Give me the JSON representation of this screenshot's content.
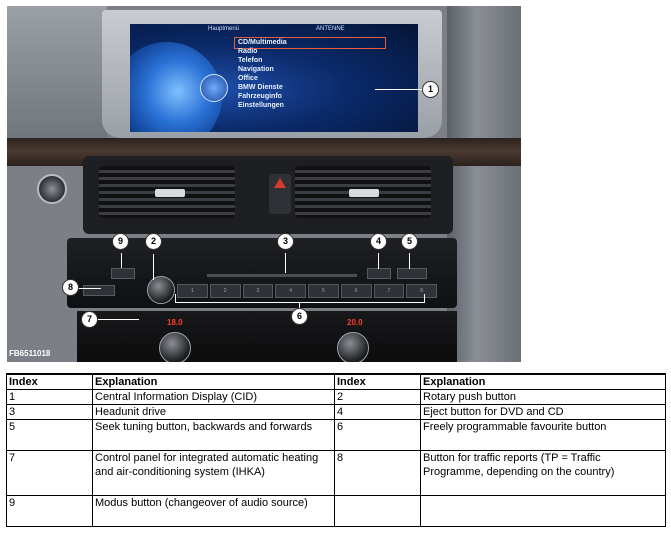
{
  "figure": {
    "photo_code": "FB6511018",
    "screen": {
      "header_left": "Hauptmenü",
      "header_right": "ANTENNE",
      "menu_items": [
        "CD/Multimedia",
        "Radio",
        "Telefon",
        "Navigation",
        "Office",
        "BMW Dienste",
        "Fahrzeuginfo",
        "Einstellungen"
      ]
    },
    "temperature_left": "18.0",
    "temperature_right": "20.0",
    "favourite_keys": [
      "1",
      "2",
      "3",
      "4",
      "5",
      "6",
      "7",
      "8"
    ],
    "callouts": [
      "1",
      "2",
      "3",
      "4",
      "5",
      "6",
      "7",
      "8",
      "9"
    ],
    "colors": {
      "screen": "#0b2a6a",
      "highlight": "#e85b3b",
      "temperature": "#ff3b2a"
    }
  },
  "table": {
    "headers": [
      "Index",
      "Explanation",
      "Index",
      "Explanation"
    ],
    "rows": [
      [
        "1",
        "Central Information Display (CID)",
        "2",
        "Rotary push button"
      ],
      [
        "3",
        "Headunit drive",
        "4",
        "Eject button for DVD and CD"
      ],
      [
        "5",
        "Seek tuning button, backwards and forwards",
        "6",
        "Freely programmable favourite button"
      ],
      [
        "7",
        "Control panel for integrated automatic heating and air-conditioning system (IHKA)",
        "8",
        "Button for traffic reports (TP = Traffic Programme, depending on the country)"
      ],
      [
        "9",
        "Modus button (changeover of audio source)",
        "",
        ""
      ]
    ]
  }
}
